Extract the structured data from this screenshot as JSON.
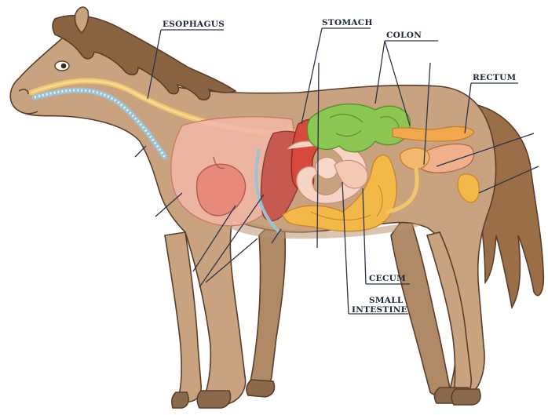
{
  "labels": {
    "esophagus": "ESOPHAGUS",
    "stomach": "STOMACH",
    "colon": "COLON",
    "rectum": "RECTUM",
    "cecum": "CECUM",
    "small_intestine_line1": "SMALL",
    "small_intestine_line2": "INTESTINE"
  },
  "colors": {
    "coat": "#c9a37f",
    "mane": "#8a6440",
    "outline": "#5a3e2b",
    "esophagus": "#f2c66a",
    "trachea": "#b9dbe8",
    "lungs": "#f2b8a8",
    "heart": "#e88a7a",
    "liver": "#c65a4e",
    "stomach": "#d7493d",
    "colon_green": "#8cc653",
    "cecum": "#f4b849",
    "small_intestine": "#f6d3c2",
    "label_text": "#1c2638"
  },
  "icons": [
    "horse-illustration"
  ]
}
